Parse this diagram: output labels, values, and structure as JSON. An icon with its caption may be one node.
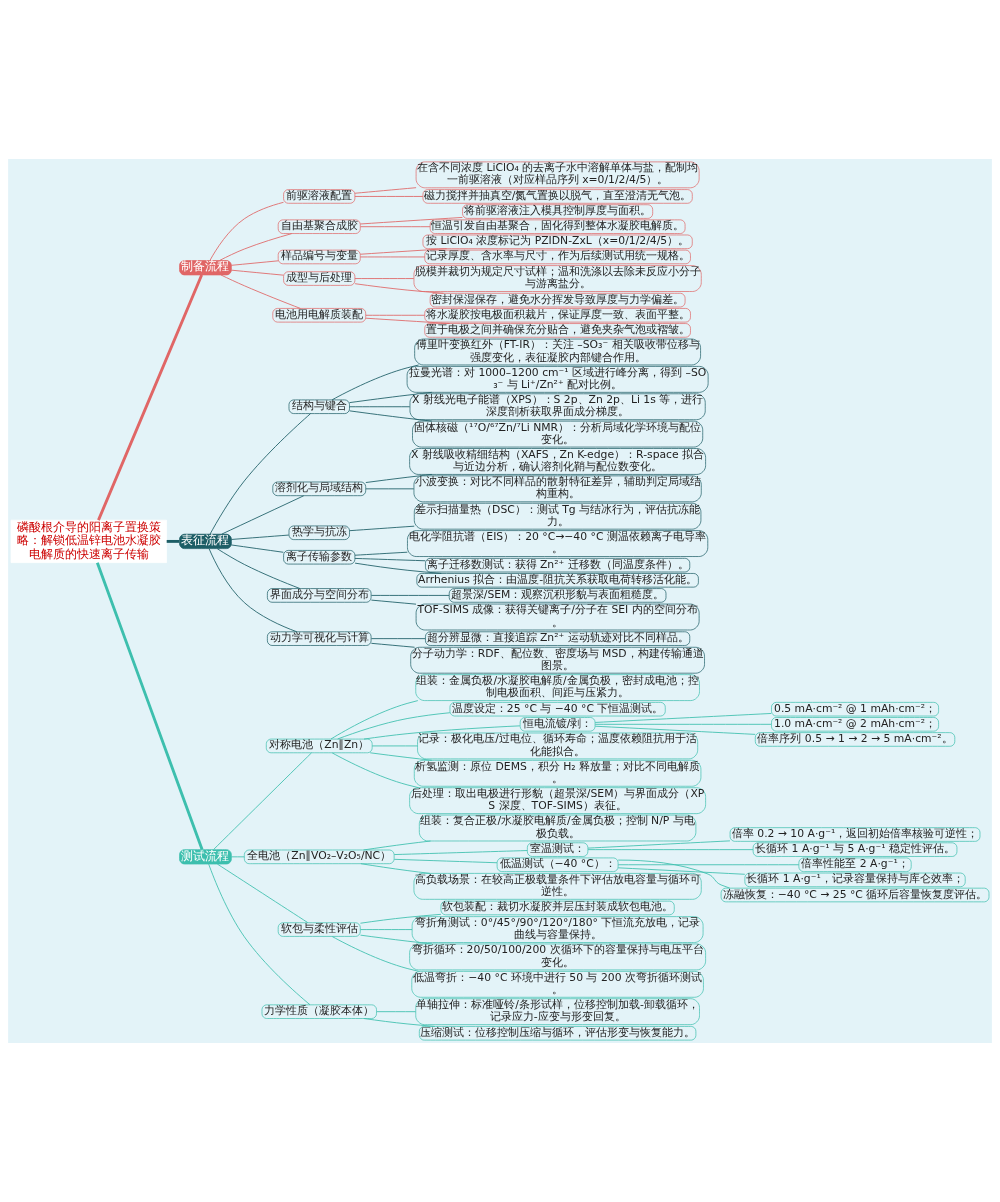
{
  "diagram": {
    "nodes": [
      {
        "text": [
          "磷酸根介导的阳离子置换策略：解锁低温锌电池水凝胶电解质的快速离子传输"
        ]
      },
      {
        "text": [
          "制备流程"
        ]
      },
      {
        "text": [
          "前驱溶液配置"
        ]
      },
      {
        "text": [
          "在含不同浓度 LiClO₄ 的去离子水中溶解单体与盐，配制均一前驱溶液（对应样品序列 x=0/1/2/4/5）。"
        ]
      },
      {
        "text": [
          "磁力搅拌并抽真空/氮气置换以脱气，直至澄清无气泡。"
        ]
      },
      {
        "text": [
          "自由基聚合成胶"
        ]
      },
      {
        "text": [
          "将前驱溶液注入模具控制厚度与面积。"
        ]
      },
      {
        "text": [
          "恒温引发自由基聚合，固化得到整体水凝胶电解质。"
        ]
      },
      {
        "text": [
          "样品编号与变量"
        ]
      },
      {
        "text": [
          "按 LiClO₄ 浓度标记为 PZIDN-ZxL（x=0/1/2/4/5）。"
        ]
      },
      {
        "text": [
          "记录厚度、含水率与尺寸，作为后续测试用统一规格。"
        ]
      },
      {
        "text": [
          "成型与后处理"
        ]
      },
      {
        "text": [
          "脱模并裁切为规定尺寸试样；温和洗涤以去除未反应小分子与游离盐分。"
        ]
      },
      {
        "text": [
          "密封保湿保存，避免水分挥发导致厚度与力学偏差。"
        ]
      },
      {
        "text": [
          "电池用电解质装配"
        ]
      },
      {
        "text": [
          "将水凝胶按电极面积裁片，保证厚度一致、表面平整。"
        ]
      },
      {
        "text": [
          "置于电极之间并确保充分贴合，避免夹杂气泡或褶皱。"
        ]
      },
      {
        "text": [
          "表征流程"
        ]
      },
      {
        "text": [
          "结构与键合"
        ]
      },
      {
        "text": [
          "傅里叶变换红外（FT-IR）：关注 –SO₃⁻ 相关吸收带位移与强度变化，表征凝胶内部键合作用。"
        ]
      },
      {
        "text": [
          "拉曼光谱：对 1000–1200 cm⁻¹ 区域进行峰分离，得到 –SO₃⁻ 与 Li⁺/Zn²⁺ 配对比例。"
        ]
      },
      {
        "text": [
          "X 射线光电子能谱（XPS）：S 2p、Zn 2p、Li 1s 等，进行深度剖析获取界面成分梯度。"
        ]
      },
      {
        "text": [
          "固体核磁（¹⁷O/⁶⁷Zn/⁷Li NMR）：分析局域化学环境与配位变化。"
        ]
      },
      {
        "text": [
          "溶剂化与局域结构"
        ]
      },
      {
        "text": [
          "X 射线吸收精细结构（XAFS，Zn K-edge）：R-space 拟合与近边分析，确认溶剂化鞘与配位数变化。"
        ]
      },
      {
        "text": [
          "小波变换：对比不同样品的散射特征差异，辅助判定局域结构重构。"
        ]
      },
      {
        "text": [
          "热学与抗冻"
        ]
      },
      {
        "text": [
          "差示扫描量热（DSC）：测试 Tg 与结冰行为，评估抗冻能力。"
        ]
      },
      {
        "text": [
          "离子传输参数"
        ]
      },
      {
        "text": [
          "电化学阻抗谱（EIS）：20 °C→−40 °C 测温依赖离子电导率。"
        ]
      },
      {
        "text": [
          "离子迁移数测试：获得 Zn²⁺ 迁移数（同温度条件）。"
        ]
      },
      {
        "text": [
          "Arrhenius 拟合：由温度-阻抗关系获取电荷转移活化能。"
        ]
      },
      {
        "text": [
          "界面成分与空间分布"
        ]
      },
      {
        "text": [
          "超景深/SEM：观察沉积形貌与表面粗糙度。"
        ]
      },
      {
        "text": [
          "TOF-SIMS 成像：获得关键离子/分子在 SEI 内的空间分布。"
        ]
      },
      {
        "text": [
          "动力学可视化与计算"
        ]
      },
      {
        "text": [
          "超分辨显微：直接追踪 Zn²⁺ 运动轨迹对比不同样品。"
        ]
      },
      {
        "text": [
          "分子动力学：RDF、配位数、密度场与 MSD，构建传输通道图景。"
        ]
      },
      {
        "text": [
          "测试流程"
        ]
      },
      {
        "text": [
          "对称电池（Zn∥Zn）"
        ]
      },
      {
        "text": [
          "组装：金属负极/水凝胶电解质/金属负极，密封成电池；控制电极面积、间距与压紧力。"
        ]
      },
      {
        "text": [
          "温度设定：25 °C 与 −40 °C 下恒温测试。"
        ]
      },
      {
        "text": [
          "恒电流镀/剥："
        ]
      },
      {
        "text": [
          "0.5 mA·cm⁻² @ 1 mAh·cm⁻²；"
        ]
      },
      {
        "text": [
          "1.0 mA·cm⁻² @ 2 mAh·cm⁻²；"
        ]
      },
      {
        "text": [
          "倍率序列 0.5 → 1 → 2 → 5 mA·cm⁻²。"
        ]
      },
      {
        "text": [
          "记录：极化电压/过电位、循环寿命；温度依赖阻抗用于活化能拟合。"
        ]
      },
      {
        "text": [
          "析氢监测：原位 DEMS，积分 H₂ 释放量；对比不同电解质。"
        ]
      },
      {
        "text": [
          "后处理：取出电极进行形貌（超景深/SEM）与界面成分（XPS 深度、TOF-SIMS）表征。"
        ]
      },
      {
        "text": [
          "全电池（Zn∥VO₂–V₂O₅/NC）"
        ]
      },
      {
        "text": [
          "组装：复合正极/水凝胶电解质/金属负极；控制 N/P 与电极负载。"
        ]
      },
      {
        "text": [
          "室温测试："
        ]
      },
      {
        "text": [
          "倍率 0.2 → 10 A·g⁻¹，返回初始倍率核验可逆性；"
        ]
      },
      {
        "text": [
          "长循环 1 A·g⁻¹ 与 5 A·g⁻¹ 稳定性评估。"
        ]
      },
      {
        "text": [
          "低温测试（−40 °C）："
        ]
      },
      {
        "text": [
          "倍率性能至 2 A·g⁻¹；"
        ]
      },
      {
        "text": [
          "长循环 1 A·g⁻¹，记录容量保持与库仑效率；"
        ]
      },
      {
        "text": [
          "冻融恢复：−40 °C → 25 °C 循环后容量恢复度评估。"
        ]
      },
      {
        "text": [
          "高负载场景：在较高正极载量条件下评估放电容量与循环可逆性。"
        ]
      },
      {
        "text": [
          "软包与柔性评估"
        ]
      },
      {
        "text": [
          "软包装配：裁切水凝胶并层压封装成软包电池。"
        ]
      },
      {
        "text": [
          "弯折角测试：0°/45°/90°/120°/180° 下恒流充放电，记录曲线与容量保持。"
        ]
      },
      {
        "text": [
          "弯折循环：20/50/100/200 次循环下的容量保持与电压平台变化。"
        ]
      },
      {
        "text": [
          "低温弯折：−40 °C 环境中进行 50 与 200 次弯折循环测试。"
        ]
      },
      {
        "text": [
          "力学性质（凝胶本体）"
        ]
      },
      {
        "text": [
          "单轴拉伸：标准哑铃/条形试样，位移控制加载-卸载循环，记录应力-应变与形变回复。"
        ]
      },
      {
        "text": [
          "压缩测试：位移控制压缩与循环，评估形变与恢复能力。"
        ]
      }
    ],
    "edges": [
      {
        "from": 0,
        "to": 1,
        "arrow": "none",
        "style": "thick",
        "color": "#e06666"
      },
      {
        "from": 1,
        "to": 2,
        "arrow": "none",
        "color": "#e06666"
      },
      {
        "from": 2,
        "to": 3,
        "arrow": "none",
        "color": "#e06666"
      },
      {
        "from": 2,
        "to": 4,
        "arrow": "none",
        "color": "#e06666"
      },
      {
        "from": 1,
        "to": 5,
        "arrow": "none",
        "color": "#e06666"
      },
      {
        "from": 5,
        "to": 6,
        "arrow": "none",
        "color": "#e06666"
      },
      {
        "from": 5,
        "to": 7,
        "arrow": "none",
        "color": "#e06666"
      },
      {
        "from": 1,
        "to": 8,
        "arrow": "none",
        "color": "#e06666"
      },
      {
        "from": 8,
        "to": 9,
        "arrow": "none",
        "color": "#e06666"
      },
      {
        "from": 8,
        "to": 10,
        "arrow": "none",
        "color": "#e06666"
      },
      {
        "from": 1,
        "to": 11,
        "arrow": "none",
        "color": "#e06666"
      },
      {
        "from": 11,
        "to": 12,
        "arrow": "none",
        "color": "#e06666"
      },
      {
        "from": 11,
        "to": 13,
        "arrow": "none",
        "color": "#e06666"
      },
      {
        "from": 1,
        "to": 14,
        "arrow": "none",
        "color": "#e06666"
      },
      {
        "from": 14,
        "to": 15,
        "arrow": "none",
        "color": "#e06666"
      },
      {
        "from": 14,
        "to": 16,
        "arrow": "none",
        "color": "#e06666"
      },
      {
        "from": 0,
        "to": 17,
        "arrow": "none",
        "style": "thick",
        "color": "#1d5e66"
      },
      {
        "from": 17,
        "to": 18,
        "arrow": "none",
        "color": "#1d5e66"
      },
      {
        "from": 18,
        "to": 19,
        "arrow": "none",
        "color": "#1d5e66"
      },
      {
        "from": 18,
        "to": 20,
        "arrow": "none",
        "color": "#1d5e66"
      },
      {
        "from": 18,
        "to": 21,
        "arrow": "none",
        "color": "#1d5e66"
      },
      {
        "from": 18,
        "to": 22,
        "arrow": "none",
        "color": "#1d5e66"
      },
      {
        "from": 17,
        "to": 23,
        "arrow": "none",
        "color": "#1d5e66"
      },
      {
        "from": 23,
        "to": 24,
        "arrow": "none",
        "color": "#1d5e66"
      },
      {
        "from": 23,
        "to": 25,
        "arrow": "none",
        "color": "#1d5e66"
      },
      {
        "from": 17,
        "to": 26,
        "arrow": "none",
        "color": "#1d5e66"
      },
      {
        "from": 26,
        "to": 27,
        "arrow": "none",
        "color": "#1d5e66"
      },
      {
        "from": 17,
        "to": 28,
        "arrow": "none",
        "color": "#1d5e66"
      },
      {
        "from": 28,
        "to": 29,
        "arrow": "none",
        "color": "#1d5e66"
      },
      {
        "from": 28,
        "to": 30,
        "arrow": "none",
        "color": "#1d5e66"
      },
      {
        "from": 28,
        "to": 31,
        "arrow": "none",
        "color": "#1d5e66"
      },
      {
        "from": 17,
        "to": 32,
        "arrow": "none",
        "color": "#1d5e66"
      },
      {
        "from": 32,
        "to": 33,
        "arrow": "none",
        "color": "#1d5e66"
      },
      {
        "from": 32,
        "to": 34,
        "arrow": "none",
        "color": "#1d5e66"
      },
      {
        "from": 17,
        "to": 35,
        "arrow": "none",
        "color": "#1d5e66"
      },
      {
        "from": 35,
        "to": 36,
        "arrow": "none",
        "color": "#1d5e66"
      },
      {
        "from": 35,
        "to": 37,
        "arrow": "none",
        "color": "#1d5e66"
      },
      {
        "from": 0,
        "to": 38,
        "arrow": "none",
        "style": "thick"
      },
      {
        "from": 38,
        "to": 39,
        "arrow": "none"
      },
      {
        "from": 39,
        "to": 40,
        "arrow": "none"
      },
      {
        "from": 39,
        "to": 41,
        "arrow": "none"
      },
      {
        "from": 39,
        "to": 42,
        "arrow": "none"
      },
      {
        "from": 42,
        "to": 43,
        "arrow": "none"
      },
      {
        "from": 42,
        "to": 44,
        "arrow": "none"
      },
      {
        "from": 42,
        "to": 45,
        "arrow": "none"
      },
      {
        "from": 39,
        "to": 46,
        "arrow": "none"
      },
      {
        "from": 39,
        "to": 47,
        "arrow": "none"
      },
      {
        "from": 39,
        "to": 48,
        "arrow": "none"
      },
      {
        "from": 38,
        "to": 49,
        "arrow": "none"
      },
      {
        "from": 49,
        "to": 50,
        "arrow": "none"
      },
      {
        "from": 49,
        "to": 51,
        "arrow": "none"
      },
      {
        "from": 51,
        "to": 52,
        "arrow": "none"
      },
      {
        "from": 51,
        "to": 53,
        "arrow": "none"
      },
      {
        "from": 49,
        "to": 54,
        "arrow": "none"
      },
      {
        "from": 54,
        "to": 55,
        "arrow": "none"
      },
      {
        "from": 54,
        "to": 56,
        "arrow": "none"
      },
      {
        "from": 54,
        "to": 57,
        "arrow": "none"
      },
      {
        "from": 49,
        "to": 58,
        "arrow": "none"
      },
      {
        "from": 38,
        "to": 59,
        "arrow": "none"
      },
      {
        "from": 59,
        "to": 60,
        "arrow": "none"
      },
      {
        "from": 59,
        "to": 61,
        "arrow": "none"
      },
      {
        "from": 59,
        "to": 62,
        "arrow": "none"
      },
      {
        "from": 59,
        "to": 63,
        "arrow": "none"
      },
      {
        "from": 38,
        "to": 64,
        "arrow": "none"
      },
      {
        "from": 64,
        "to": 65,
        "arrow": "none"
      },
      {
        "from": 64,
        "to": 66,
        "arrow": "none"
      }
    ]
  }
}
